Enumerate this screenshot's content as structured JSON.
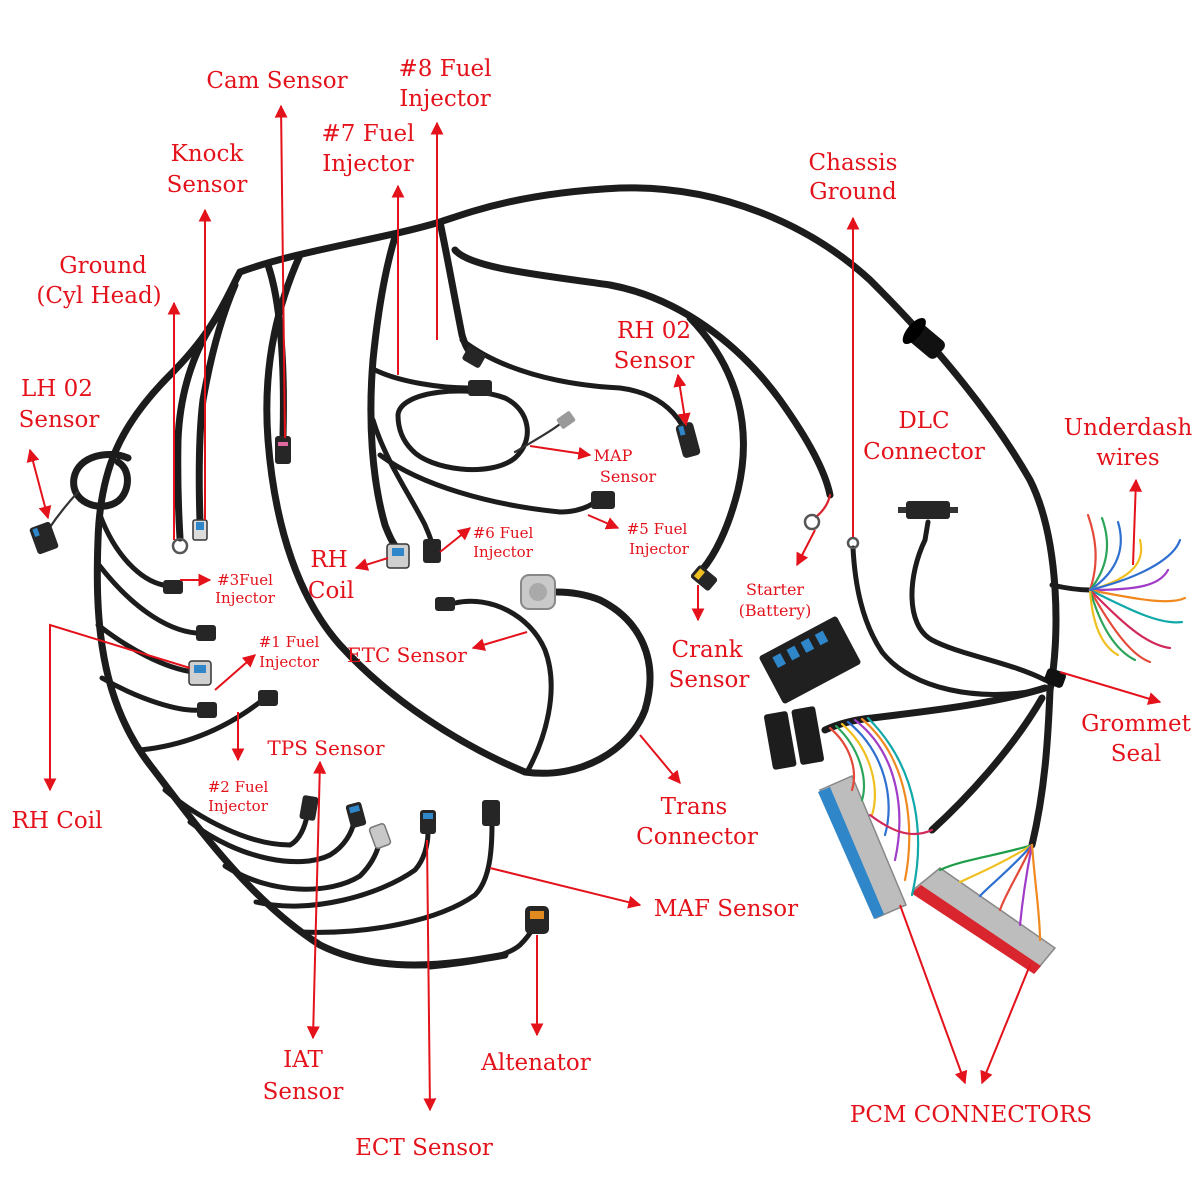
{
  "colors": {
    "background": "#ffffff",
    "label": "#e3121b",
    "arrow": "#e3121b",
    "harness": "#1c1c1c",
    "connector": "#262626",
    "terminal_blue": "#2f86c8",
    "pcm_grey": "#bdbdbd",
    "pcm_red": "#d9262e"
  },
  "labels": {
    "cam_sensor": [
      "Cam Sensor"
    ],
    "fuel_injector_8": [
      "#8 Fuel",
      "Injector"
    ],
    "fuel_injector_7": [
      "#7 Fuel",
      "Injector"
    ],
    "knock_sensor": [
      "Knock",
      "Sensor"
    ],
    "chassis_ground": [
      "Chassis",
      "Ground"
    ],
    "ground_cyl_head": [
      "Ground",
      "(Cyl Head)"
    ],
    "rh_o2_sensor": [
      "RH 02",
      "Sensor"
    ],
    "lh_o2_sensor": [
      "LH 02",
      "Sensor"
    ],
    "dlc_connector": [
      "DLC",
      "Connector"
    ],
    "underdash_wires": [
      "Underdash",
      "wires"
    ],
    "map_sensor": [
      "MAP",
      "Sensor"
    ],
    "fuel_injector_6": [
      "#6 Fuel",
      "Injector"
    ],
    "fuel_injector_5": [
      "#5 Fuel",
      "Injector"
    ],
    "rh_coil_middle": [
      "RH",
      "Coil"
    ],
    "fuel_injector_3": [
      "#3Fuel",
      "Injector"
    ],
    "starter_battery": [
      "Starter",
      "(Battery)"
    ],
    "fuel_injector_1": [
      "#1 Fuel",
      "Injector"
    ],
    "etc_sensor": [
      "ETC Sensor"
    ],
    "crank_sensor": [
      "Crank",
      "Sensor"
    ],
    "grommet_seal": [
      "Grommet",
      "Seal"
    ],
    "tps_sensor": [
      "TPS Sensor"
    ],
    "fuel_injector_2": [
      "#2 Fuel",
      "Injector"
    ],
    "rh_coil_left": [
      "RH Coil"
    ],
    "trans_connector": [
      "Trans",
      "Connector"
    ],
    "maf_sensor": [
      "MAF Sensor"
    ],
    "altenator": [
      "Altenator"
    ],
    "iat_sensor": [
      "IAT",
      "Sensor"
    ],
    "ect_sensor": [
      "ECT Sensor"
    ],
    "pcm_connectors": [
      "PCM CONNECTORS"
    ]
  }
}
